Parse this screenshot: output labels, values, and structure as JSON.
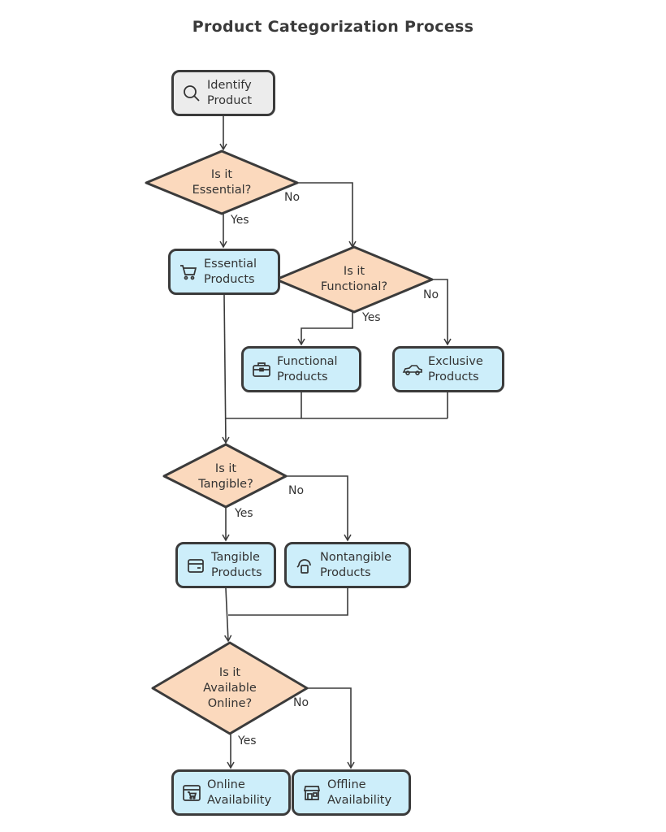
{
  "title": "Product Categorization Process",
  "nodes": {
    "identify": "Identify Product",
    "essential_products": "Essential Products",
    "functional_products": "Functional Products",
    "exclusive_products": "Exclusive Products",
    "tangible_products": "Tangible Products",
    "nontangible_products": "Nontangible Products",
    "online_availability": "Online Availability",
    "offline_availability": "Offline Availability"
  },
  "decisions": {
    "essential": "Is it Essential?",
    "functional": "Is it Functional?",
    "tangible": "Is it Tangible?",
    "available_online": "Is it Available Online?"
  },
  "edge_labels": {
    "yes": "Yes",
    "no": "No"
  },
  "colors": {
    "decision_fill": "#fbd9bd",
    "category_fill": "#cdeefa",
    "start_fill": "#ececec",
    "stroke": "#3b3b3b"
  },
  "icons": {
    "identify": "search-icon",
    "essential_products": "cart-icon",
    "functional_products": "briefcase-icon",
    "exclusive_products": "car-icon",
    "tangible_products": "box-icon",
    "nontangible_products": "cloud-icon",
    "online_availability": "browser-cart-icon",
    "offline_availability": "storefront-icon"
  }
}
